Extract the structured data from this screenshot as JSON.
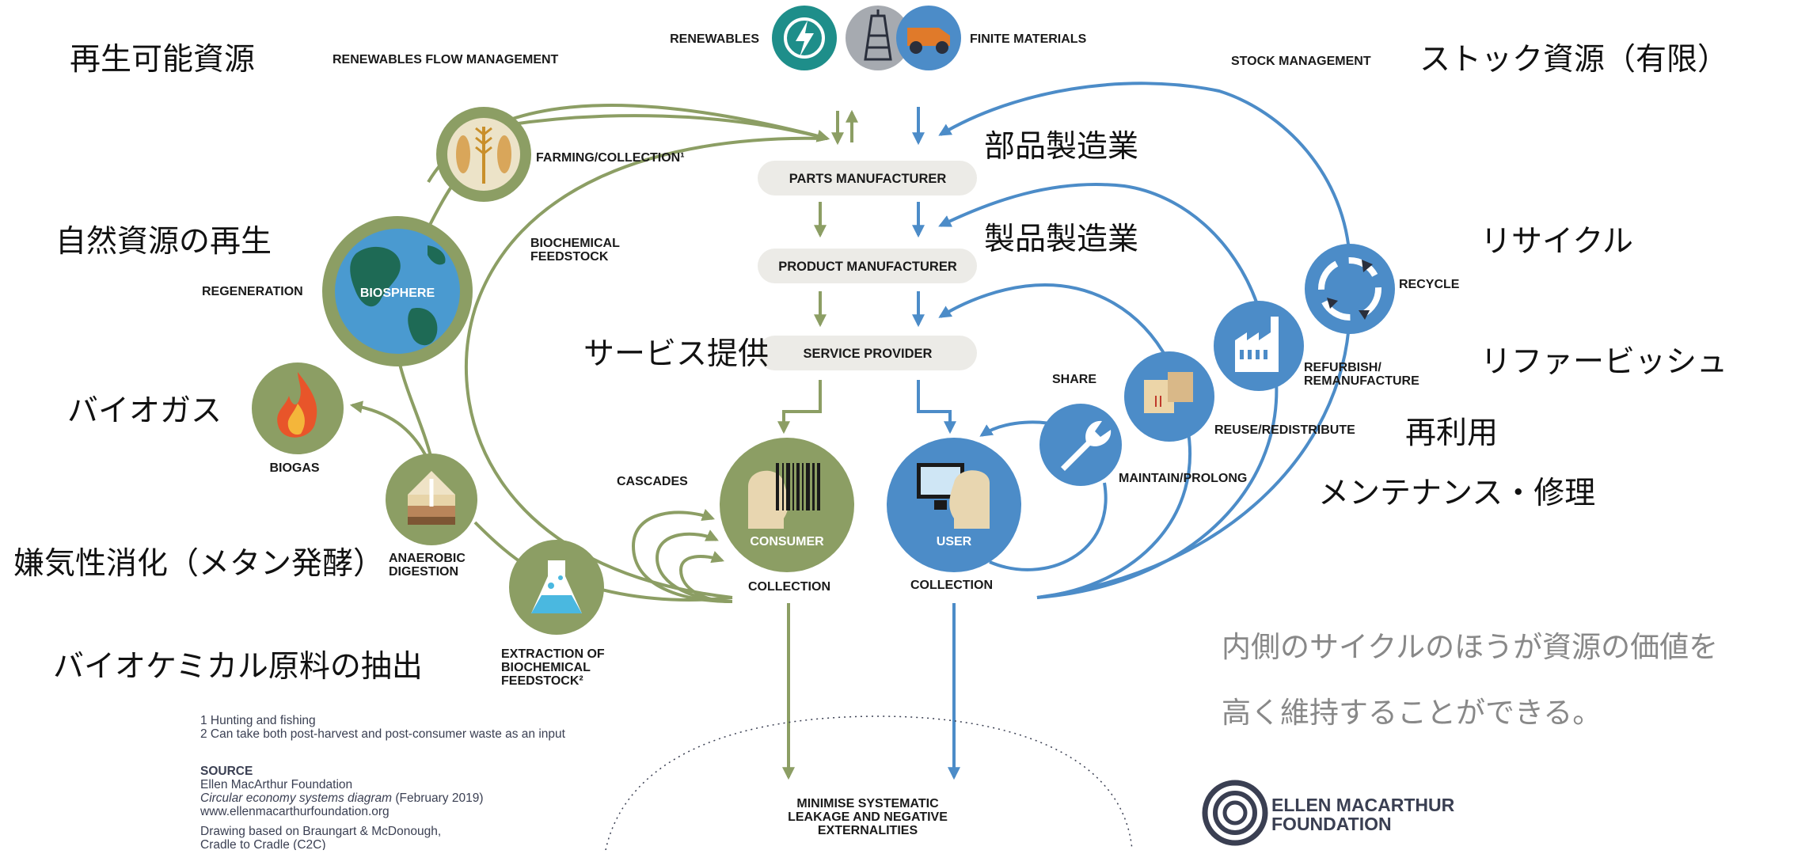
{
  "colors": {
    "green": "#8c9e64",
    "blue": "#4c8cc8",
    "teal": "#1e8e8a",
    "box_fill": "#ecebe7",
    "gray_text": "#888888",
    "logo": "#3a3f52"
  },
  "top": {
    "renewables": "RENEWABLES",
    "finite_materials": "FINITE MATERIALS",
    "renewables_flow": "RENEWABLES FLOW MANAGEMENT",
    "stock_management": "STOCK MANAGEMENT"
  },
  "boxes": {
    "parts": "PARTS MANUFACTURER",
    "product": "PRODUCT MANUFACTURER",
    "service": "SERVICE PROVIDER"
  },
  "labels": {
    "farming": "FARMING/COLLECTION¹",
    "biochem_feed_1": "BIOCHEMICAL",
    "biochem_feed_2": "FEEDSTOCK",
    "regeneration": "REGENERATION",
    "biosphere": "BIOSPHERE",
    "biogas": "BIOGAS",
    "anaerobic_1": "ANAEROBIC",
    "anaerobic_2": "DIGESTION",
    "extraction_1": "EXTRACTION OF",
    "extraction_2": "BIOCHEMICAL",
    "extraction_3": "FEEDSTOCK²",
    "cascades": "CASCADES",
    "consumer": "CONSUMER",
    "user": "USER",
    "collection_left": "COLLECTION",
    "collection_right": "COLLECTION",
    "share": "SHARE",
    "maintain": "MAINTAIN/PROLONG",
    "reuse": "REUSE/REDISTRIBUTE",
    "refurbish_1": "REFURBISH/",
    "refurbish_2": "REMANUFACTURE",
    "recycle": "RECYCLE",
    "leakage_1": "MINIMISE SYSTEMATIC",
    "leakage_2": "LEAKAGE AND NEGATIVE",
    "leakage_3": "EXTERNALITIES"
  },
  "japanese": {
    "renewable_resources": "再生可能資源",
    "stock_resources": "ストック資源（有限）",
    "parts_manufacturing": "部品製造業",
    "product_manufacturing": "製品製造業",
    "natural_regeneration": "自然資源の再生",
    "recycle": "リサイクル",
    "service_provision": "サービス提供",
    "refurbish": "リファービッシュ",
    "biogas": "バイオガス",
    "reuse": "再利用",
    "maintenance": "メンテナンス・修理",
    "anaerobic": "嫌気性消化（メタン発酵）",
    "biochemical_extraction": "バイオケミカル原料の抽出",
    "conclusion_line1": "内側のサイクルのほうが資源の価値を",
    "conclusion_line2": "高く維持することができる。"
  },
  "footnotes": {
    "note1": "1 Hunting and fishing",
    "note2": "2 Can take both post-harvest and post-consumer waste as an input",
    "source_heading": "SOURCE",
    "source_org": "Ellen MacArthur Foundation",
    "source_title": "Circular economy systems diagram",
    "source_date": " (February 2019)",
    "source_url": "www.ellenmacarthurfoundation.org",
    "drawing_1": "Drawing based on Braungart & McDonough,",
    "drawing_2": "Cradle to Cradle (C2C)"
  },
  "logo": {
    "line1": "ELLEN MACARTHUR",
    "line2": "FOUNDATION"
  },
  "icons": {
    "renewables": "renewable-energy-icon",
    "oil_rig": "oil-rig-icon",
    "mining_truck": "mining-truck-icon",
    "farming": "wheat-fish-icon",
    "biosphere": "globe-icon",
    "biogas": "flame-icon",
    "anaerobic": "soil-layers-icon",
    "extraction": "flask-icon",
    "consumer": "person-barcode-icon",
    "user": "person-monitor-icon",
    "maintain": "wrench-icon",
    "reuse": "boxes-icon",
    "refurbish": "factory-icon",
    "recycle": "recycle-icon",
    "logo": "emf-logo-icon"
  }
}
